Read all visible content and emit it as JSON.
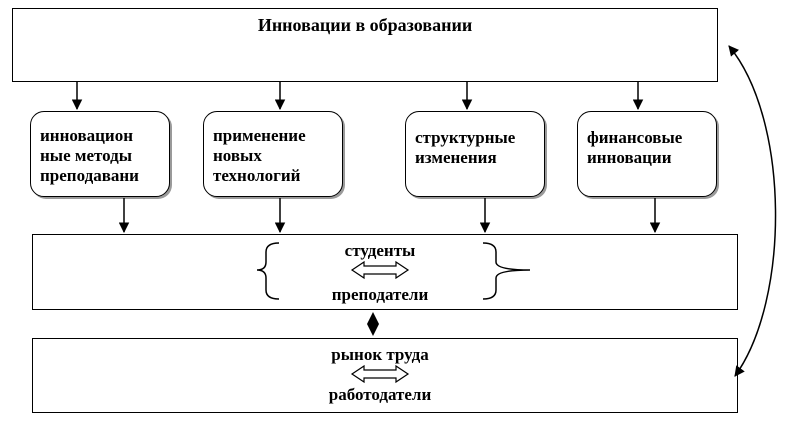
{
  "title": "Инновации в образовании",
  "categories": [
    {
      "lines": [
        "инновацион",
        "ные методы",
        "преподавани"
      ]
    },
    {
      "lines": [
        "применение",
        "новых",
        "технологий"
      ]
    },
    {
      "lines": [
        "структурные",
        "изменения"
      ]
    },
    {
      "lines": [
        "финансовые",
        "инновации"
      ]
    }
  ],
  "middle": {
    "top": "студенты",
    "bottom": "преподатели"
  },
  "bottom": {
    "top": "рынок труда",
    "bottom": "работодатели"
  }
}
